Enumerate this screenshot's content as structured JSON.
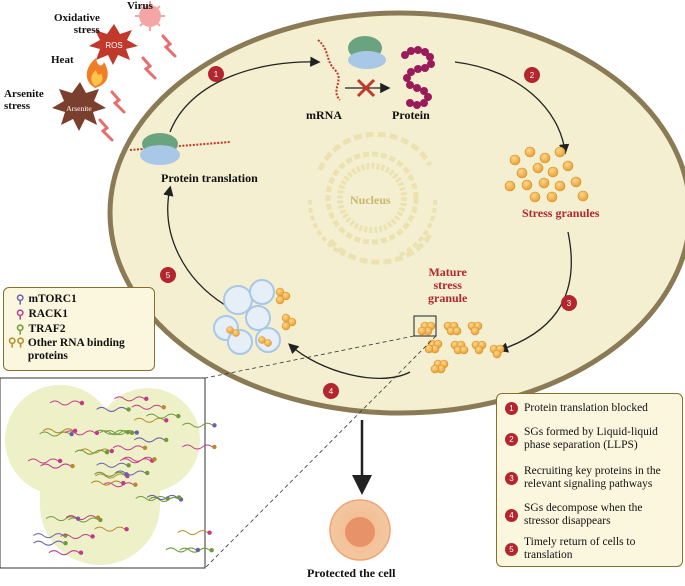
{
  "stressors": {
    "virus": "Virus",
    "oxidative": "Oxidative\nstress",
    "ros": "ROS",
    "heat": "Heat",
    "arsenite_stress": "Arsenite\nstress",
    "arsenite": "Arsenite"
  },
  "cell": {
    "nucleus": "Nucleus",
    "mrna": "mRNA",
    "protein": "Protein",
    "protein_translation": "Protein translation",
    "stress_granules": "Stress granules",
    "mature_sg": "Mature\nstress\ngranule",
    "protected": "Protected the cell"
  },
  "step_numbers": [
    "1",
    "2",
    "3",
    "4",
    "5"
  ],
  "proteins_legend": [
    "mTORC1",
    "RACK1",
    "TRAF2",
    "Other RNA binding proteins"
  ],
  "steps_legend": [
    "Protein translation blocked",
    "SGs formed by Liquid-liquid phase separation (LLPS)",
    "Recruiting key proteins in the relevant signaling pathways",
    "SGs decompose when the stressor disappears",
    "Timely return of cells to translation"
  ],
  "colors": {
    "cell_fill": "#f3efd0",
    "cell_border": "#8a7a55",
    "badge": "#b3262e",
    "granule": "#f2b04a",
    "accent_red": "#b3262e"
  }
}
